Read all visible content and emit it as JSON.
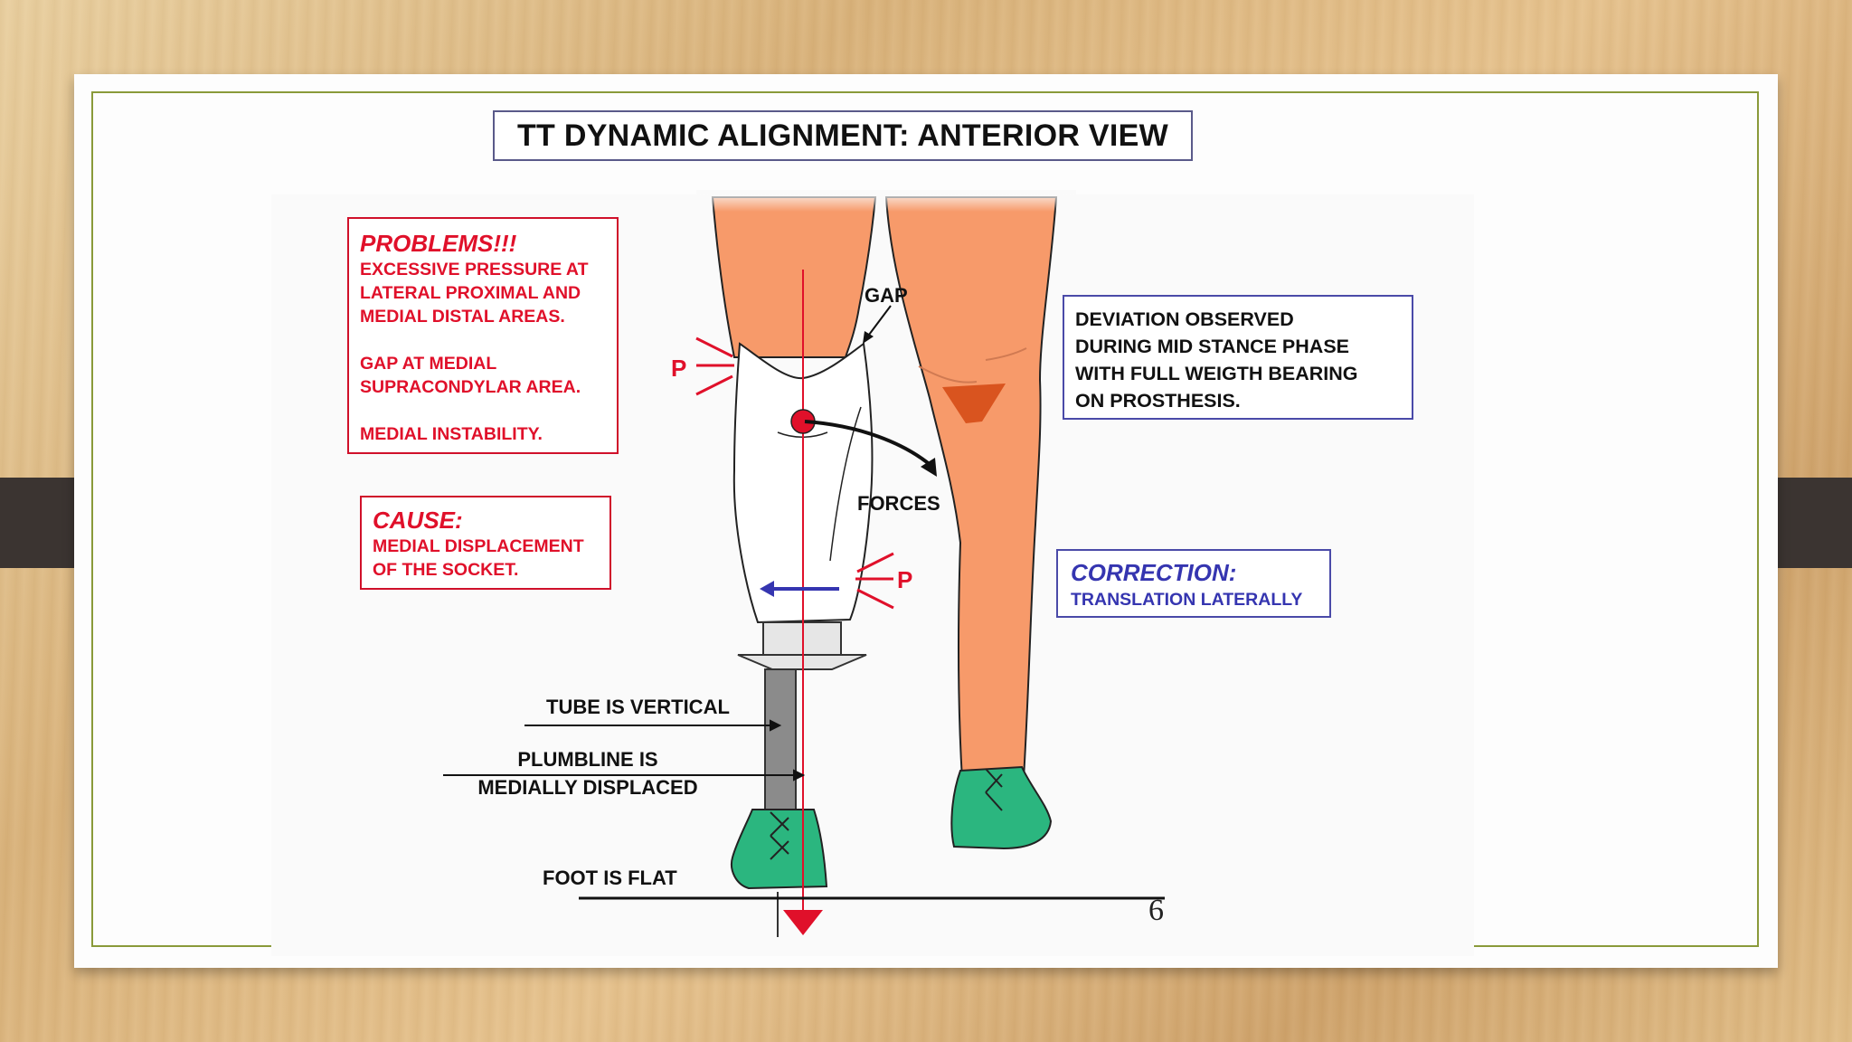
{
  "title": "TT DYNAMIC ALIGNMENT: ANTERIOR VIEW",
  "problems": {
    "heading": "PROBLEMS!!!",
    "lines": [
      "EXCESSIVE PRESSURE AT",
      "LATERAL PROXIMAL AND",
      "MEDIAL DISTAL AREAS.",
      "",
      "GAP AT MEDIAL",
      "SUPRACONDYLAR AREA.",
      "",
      "MEDIAL INSTABILITY."
    ]
  },
  "cause": {
    "heading": "CAUSE:",
    "lines": [
      "MEDIAL DISPLACEMENT",
      "OF THE SOCKET."
    ]
  },
  "deviation": {
    "lines": [
      "DEVIATION OBSERVED",
      "DURING MID STANCE PHASE",
      "WITH FULL WEIGTH BEARING",
      "ON PROSTHESIS."
    ]
  },
  "correction": {
    "heading": "CORRECTION:",
    "text": "TRANSLATION LATERALLY"
  },
  "labels": {
    "gap": "GAP",
    "forces": "FORCES",
    "pressure_upper": "P",
    "pressure_lower": "P",
    "tube": "TUBE IS VERTICAL",
    "plumbline_1": "PLUMBLINE IS",
    "plumbline_2": "MEDIALLY DISPLACED",
    "foot": "FOOT IS FLAT"
  },
  "page_number": "6",
  "colors": {
    "skin": "#f79a6a",
    "shoe": "#2bb67f",
    "red": "#e0102a",
    "correction_blue": "#3535b0",
    "frame": "#8a9a3a"
  }
}
